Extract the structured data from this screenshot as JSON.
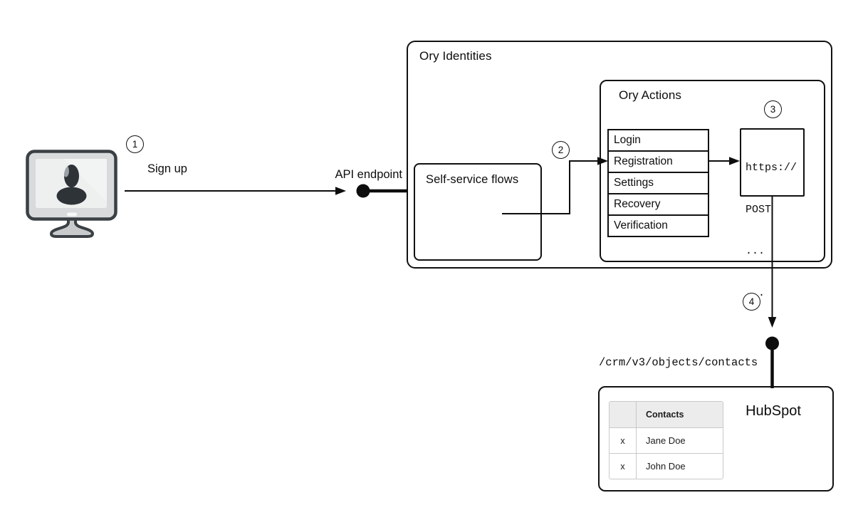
{
  "steps": [
    "1",
    "2",
    "3",
    "4"
  ],
  "labels": {
    "sign_up": "Sign up",
    "api_endpoint": "API endpoint",
    "crm_endpoint": "/crm/v3/objects/contacts"
  },
  "ory_identities": {
    "title": "Ory Identities",
    "self_service_flows": {
      "title": "Self-service flows"
    },
    "ory_actions": {
      "title": "Ory Actions",
      "flows": [
        "Login",
        "Registration",
        "Settings",
        "Recovery",
        "Verification"
      ],
      "webhook_request": {
        "lines": [
          "https://",
          "POST",
          "...",
          "..."
        ]
      }
    }
  },
  "hubspot": {
    "title": "HubSpot",
    "contacts_table": {
      "header": [
        "",
        "Contacts"
      ],
      "rows": [
        [
          "x",
          "Jane Doe"
        ],
        [
          "x",
          "John Doe"
        ]
      ]
    }
  },
  "colors": {
    "line": "#0d0d0d",
    "box_border": "#111111",
    "table_border": "#c9c9c9",
    "table_header_bg": "#ececec",
    "device_body": "#d9dadb",
    "device_outline": "#3b4045",
    "silhouette": "#2e3338"
  }
}
